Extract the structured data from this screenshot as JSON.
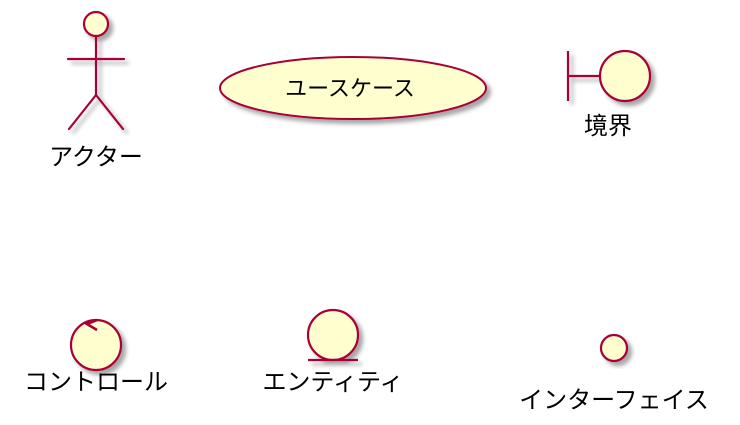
{
  "diagram": {
    "elements": [
      {
        "kind": "actor",
        "label": "アクター"
      },
      {
        "kind": "usecase",
        "label": "ユースケース"
      },
      {
        "kind": "boundary",
        "label": "境界"
      },
      {
        "kind": "control",
        "label": "コントロール"
      },
      {
        "kind": "entity",
        "label": "エンティティ"
      },
      {
        "kind": "interface",
        "label": "インターフェイス"
      }
    ]
  },
  "colors": {
    "fill": "#FEFECE",
    "stroke": "#A80036",
    "shadow": "#C8C8C8",
    "text": "#000000",
    "background": "#FFFFFF"
  }
}
